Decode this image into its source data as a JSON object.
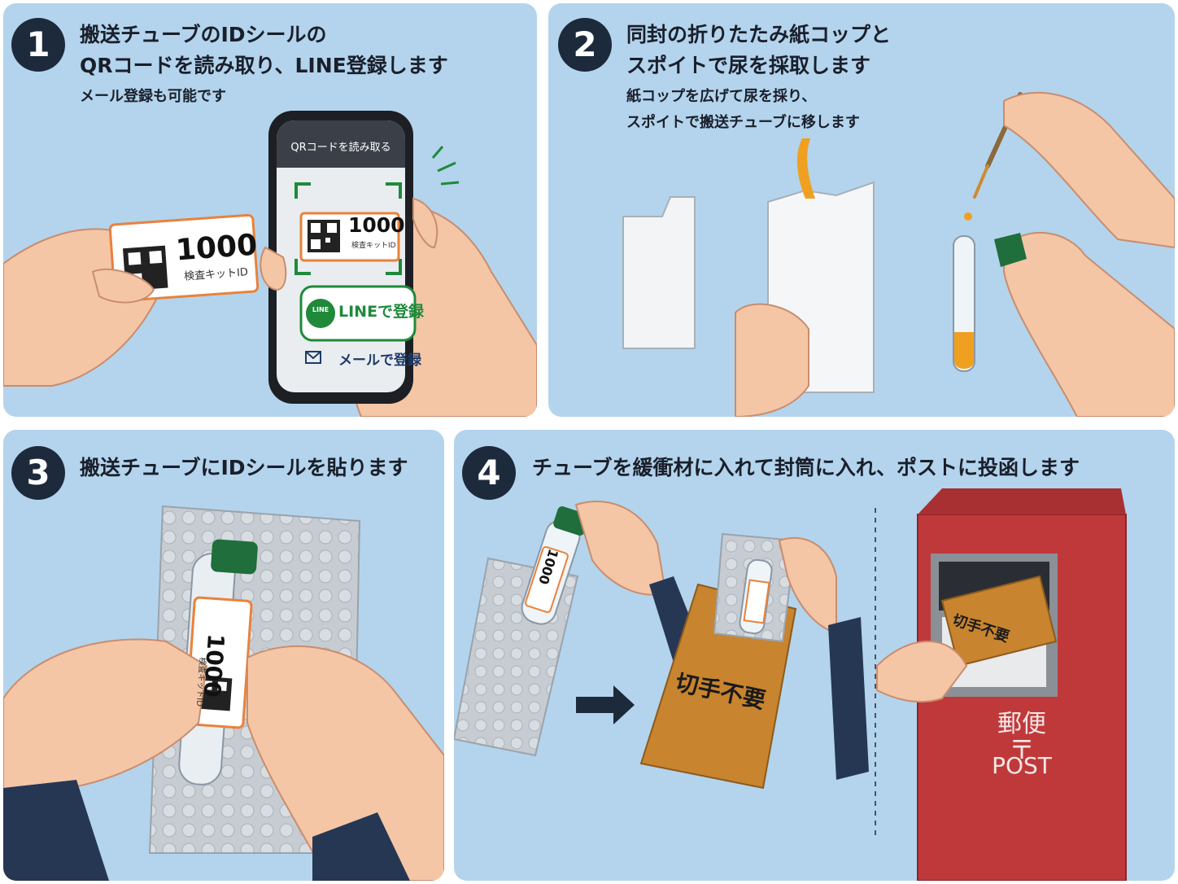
{
  "steps": [
    {
      "number": "1",
      "title_line1": "搬送チューブのIDシールの",
      "title_line2": "QRコードを読み取り、LINE登録します",
      "subtitle": "メール登録も可能です",
      "label_number": "1000",
      "label_caption": "検査キットID",
      "phone": {
        "header": "QRコードを読み取る",
        "scan_number": "1000",
        "scan_caption": "検査キットID",
        "line_badge": "LINE",
        "line_button": "LINEで登録",
        "mail_button": "メールで登録"
      }
    },
    {
      "number": "2",
      "title_line1": "同封の折りたたみ紙コップと",
      "title_line2": "スポイトで尿を採取します",
      "subtitle_line1": "紙コップを広げて尿を採り、",
      "subtitle_line2": "スポイトで搬送チューブに移します"
    },
    {
      "number": "3",
      "title": "搬送チューブにIDシールを貼ります",
      "label_number": "1000",
      "label_caption": "検査キットID"
    },
    {
      "number": "4",
      "title": "チューブを緩衝材に入れて封筒に入れ、ポストに投函します",
      "tube_label_number": "1000",
      "envelope_text": "切手不要",
      "postbox_kanji": "郵便",
      "postbox_mark": "〒",
      "postbox_text": "POST"
    }
  ],
  "colors": {
    "panel_bg": "#b3d4ec",
    "badge_bg": "#1c2a3c",
    "line_green": "#1e8a3a",
    "label_orange": "#e8823c",
    "tube_cap": "#1f6e3c",
    "urine": "#f0a020",
    "envelope": "#c8842e",
    "postbox_red": "#c0393a",
    "skin": "#f4c6a6",
    "sleeve": "#263754"
  }
}
